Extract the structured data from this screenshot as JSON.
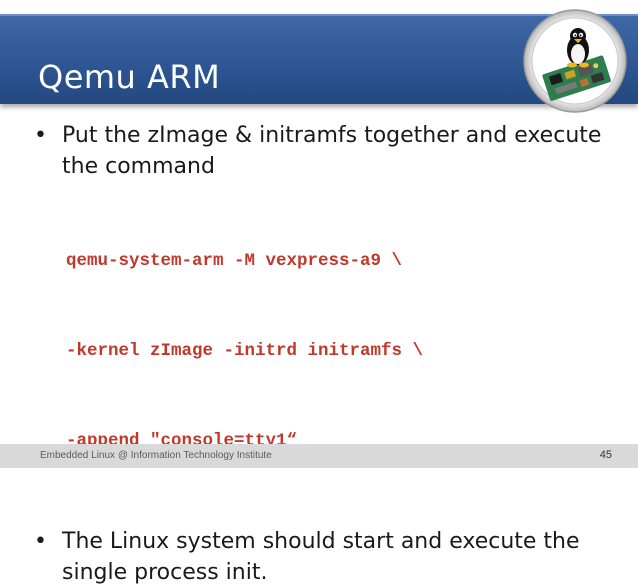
{
  "slide": {
    "title": "Qemu ARM",
    "bullets": [
      "Put the zImage & initramfs together and execute the command",
      "The Linux system should start and execute the single process init."
    ],
    "bullet_marker": "•",
    "code_lines": [
      "qemu-system-arm -M vexpress-a9 \\",
      "-kernel zImage -initrd initramfs \\",
      "-append \"console=tty1“"
    ]
  },
  "footer": {
    "text": "Embedded Linux @ Information Technology Institute",
    "page_number": "45"
  },
  "logo": {
    "icon": "tux-penguin-board-icon"
  },
  "colors": {
    "title_bar": "#2c5592",
    "code": "#c0392b",
    "footer_bg": "#d9d9d9"
  }
}
